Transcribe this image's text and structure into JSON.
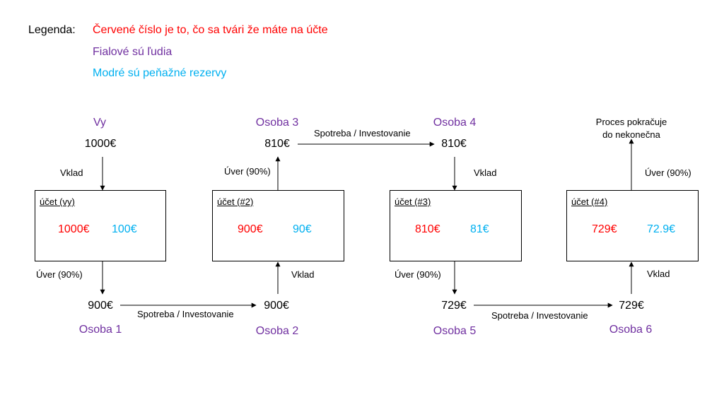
{
  "legend": {
    "title": "Legenda:",
    "red": "Červené číslo je to, čo sa tvári že máte na účte",
    "purple": "Fialové sú ľudia",
    "blue": "Modré sú peňažné rezervy"
  },
  "colors": {
    "red": "#ff0000",
    "purple": "#7030a0",
    "blue": "#00b0f0",
    "black": "#000000"
  },
  "people": {
    "vy": "Vy",
    "osoba1": "Osoba 1",
    "osoba2": "Osoba 2",
    "osoba3": "Osoba 3",
    "osoba4": "Osoba 4",
    "osoba5": "Osoba 5",
    "osoba6": "Osoba 6"
  },
  "amounts": {
    "vy": "1000€",
    "osoba1": "900€",
    "osoba2": "900€",
    "osoba3": "810€",
    "osoba4": "810€",
    "osoba5": "729€",
    "osoba6": "729€"
  },
  "accounts": [
    {
      "label": "účet (vy)",
      "balance": "1000€",
      "reserve": "100€"
    },
    {
      "label": "účet (#2)",
      "balance": "900€",
      "reserve": "90€"
    },
    {
      "label": "účet (#3)",
      "balance": "810€",
      "reserve": "81€"
    },
    {
      "label": "účet (#4)",
      "balance": "729€",
      "reserve": "72.9€"
    }
  ],
  "flows": {
    "vklad_1": "Vklad",
    "uver_1": "Úver (90%)",
    "spotreba_1": "Spotreba / Investovanie",
    "vklad_2": "Vklad",
    "uver_2": "Úver (90%)",
    "spotreba_2": "Spotreba / Investovanie",
    "vklad_3": "Vklad",
    "uver_3": "Úver (90%)",
    "spotreba_3": "Spotreba / Investovanie",
    "vklad_4": "Vklad",
    "uver_4": "Úver (90%)"
  },
  "continues": "Proces pokračuje\ndo nekonečna"
}
